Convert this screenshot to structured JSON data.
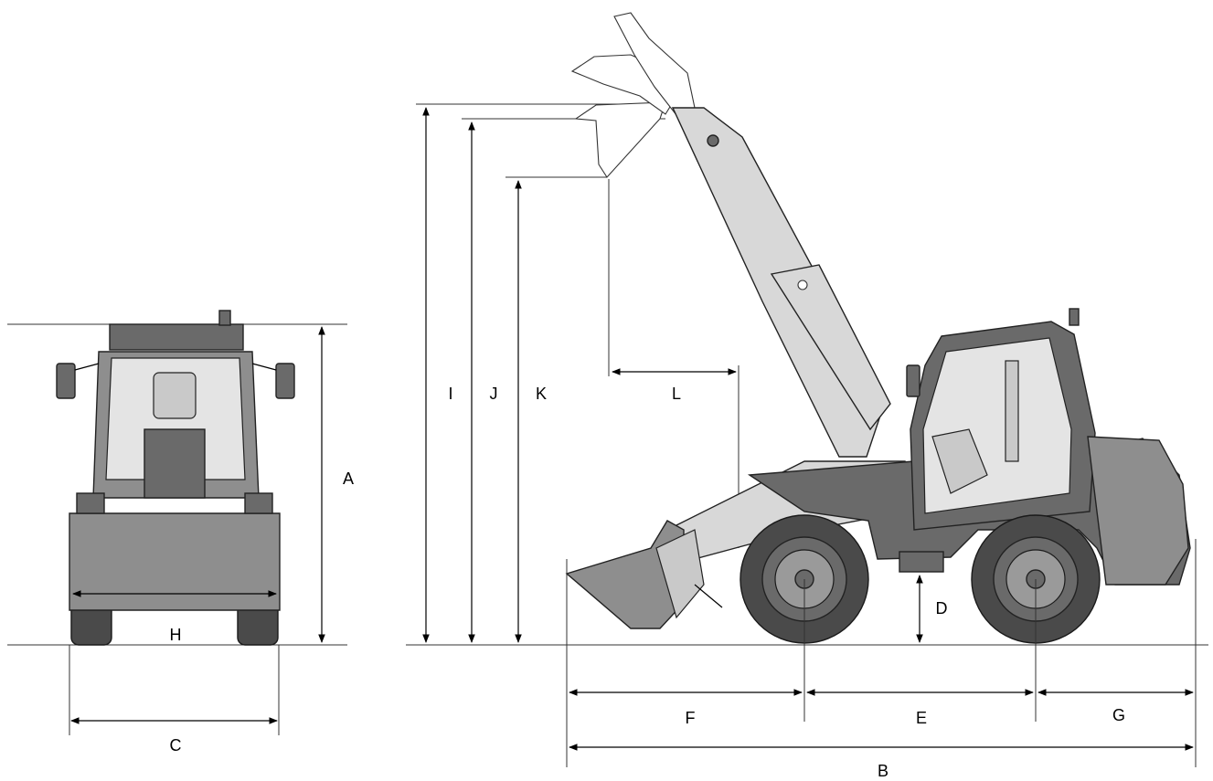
{
  "diagram": {
    "views": [
      "front-view",
      "side-view"
    ],
    "dimension_labels": {
      "A": "A",
      "B": "B",
      "C": "C",
      "D": "D",
      "E": "E",
      "F": "F",
      "G": "G",
      "H": "H",
      "I": "I",
      "J": "J",
      "K": "K",
      "L": "L"
    }
  },
  "colors": {
    "body": "#8e8e8e",
    "dark": "#4a4a4a",
    "line": "#000000"
  }
}
